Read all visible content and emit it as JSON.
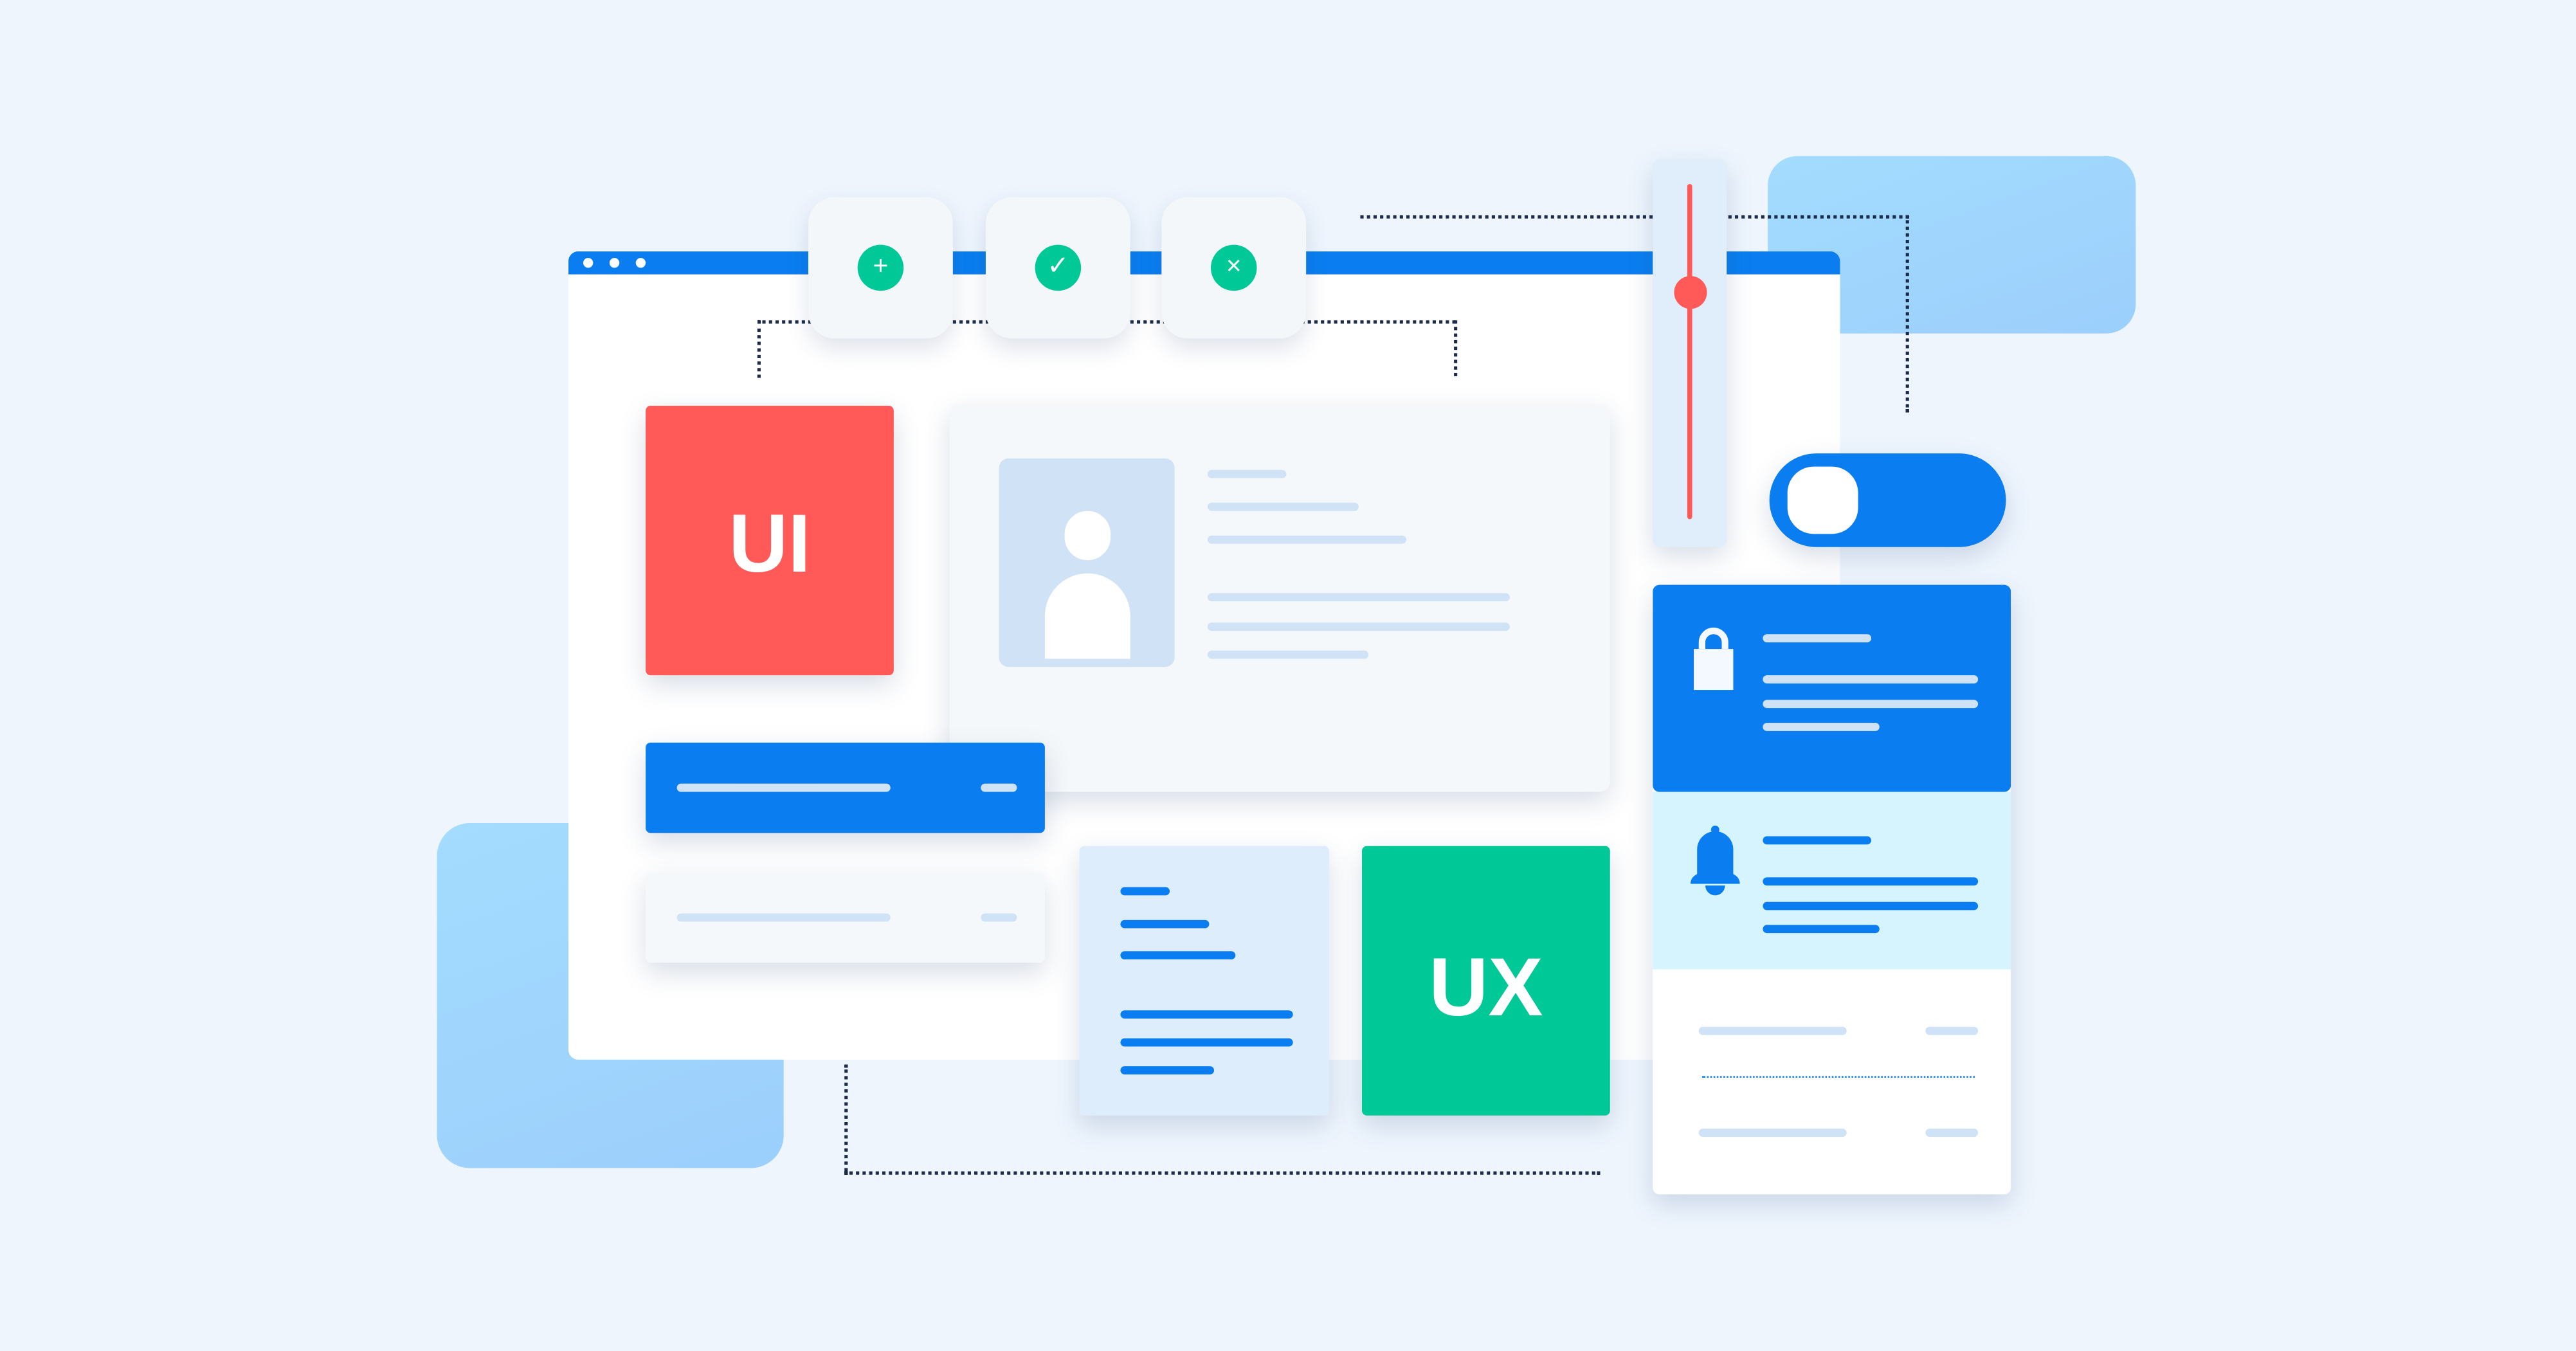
{
  "cards": {
    "ui_label": "UI",
    "ux_label": "UX"
  },
  "action_buttons": [
    {
      "name": "add",
      "glyph": "+"
    },
    {
      "name": "confirm",
      "glyph": "✓"
    },
    {
      "name": "close",
      "glyph": "×"
    }
  ],
  "toggle": {
    "on": true
  },
  "slider": {
    "value_fraction": 0.67
  },
  "colors": {
    "background": "#eef5fd",
    "primary_blue": "#0a7ef0",
    "red": "#ff5a57",
    "green": "#00c896",
    "light_blue": "#a0d8fd",
    "pale_blue": "#cfe2f6",
    "cyan_panel": "#d6f4fe"
  }
}
